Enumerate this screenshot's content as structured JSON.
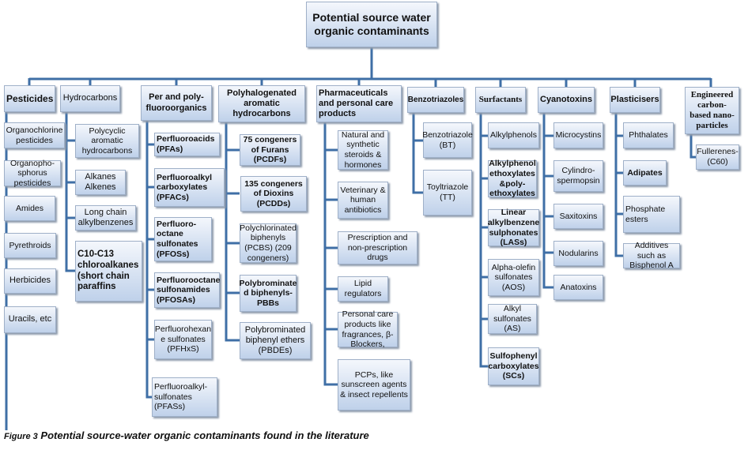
{
  "root": "Potential source water organic contaminants",
  "categories": [
    {
      "title": "Pesticides",
      "children": [
        "Organochlorine pesticides",
        "Organopho-sphorus pesticides",
        "Amides",
        "Pyrethroids",
        "Herbicides",
        "Uracils, etc"
      ]
    },
    {
      "title": "Hydrocarbons",
      "children": [
        "Polycyclic aromatic hydrocarbons",
        "Alkanes Alkenes",
        "Long chain alkylbenzenes",
        "C10-C13 chloroalkanes (short chain paraffins"
      ]
    },
    {
      "title": "Per and poly-fluoroorganics",
      "children": [
        "Perfluoroacids (PFAs)",
        "Perfluoroalkyl carboxylates (PFACs)",
        "Perfluoro-octane sulfonates (PFOSs)",
        "Perfluorooctane sulfonamides (PFOSAs)",
        "Perfluorohexan e sulfonates (PFHxS)",
        "Perfluoroalkyl-sulfonates (PFASs)"
      ]
    },
    {
      "title": "Polyhalogenated aromatic hydrocarbons",
      "children": [
        "75 congeners of Furans (PCDFs)",
        "135 congeners of Dioxins (PCDDs)",
        "Polychlorinated biphenyls (PCBS) (209 congeners)",
        "Polybrominate d biphenyls-PBBs",
        "Polybrominated biphenyl ethers (PBDEs)"
      ]
    },
    {
      "title": "Pharmaceuticals and personal care products",
      "children": [
        "Natural and synthetic steroids & hormones",
        "Veterinary & human antibiotics",
        "Prescription and non-prescription drugs",
        "Lipid regulators",
        "Personal care products like fragrances, β-Blockers,",
        "PCPs, like sunscreen agents & insect repellents"
      ]
    },
    {
      "title": "Benzotriazoles",
      "children": [
        "Benzotriazole (BT)",
        "Toyltriazole (TT)"
      ]
    },
    {
      "title": "Surfactants",
      "children": [
        "Alkylphenols",
        "Alkylphenol ethoxylates &poly-ethoxylates",
        "Linear alkylbenzene sulphonates (LASs)",
        "Alpha-olefin sulfonates (AOS)",
        "Alkyl sulfonates (AS)",
        "Sulfophenyl carboxylates (SCs)"
      ]
    },
    {
      "title": "Cyanotoxins",
      "children": [
        "Microcystins",
        "Cylindro-spermopsin",
        "Saxitoxins",
        "Nodularins",
        "Anatoxins"
      ]
    },
    {
      "title": "Plasticisers",
      "children": [
        "Phthalates",
        "Adipates",
        "Phosphate esters",
        "Additives such as Bisphenol A"
      ]
    },
    {
      "title": "Engineered carbon-based nano-particles",
      "children": [
        "Fullerenes-(C60)"
      ]
    }
  ],
  "caption": {
    "label": "Figure 3",
    "text": "Potential source-water organic contaminants found in the literature"
  },
  "colors": {
    "connector": "#3f6fa6",
    "box_top": "#f4f7fc",
    "box_bottom": "#bfd1ea"
  }
}
